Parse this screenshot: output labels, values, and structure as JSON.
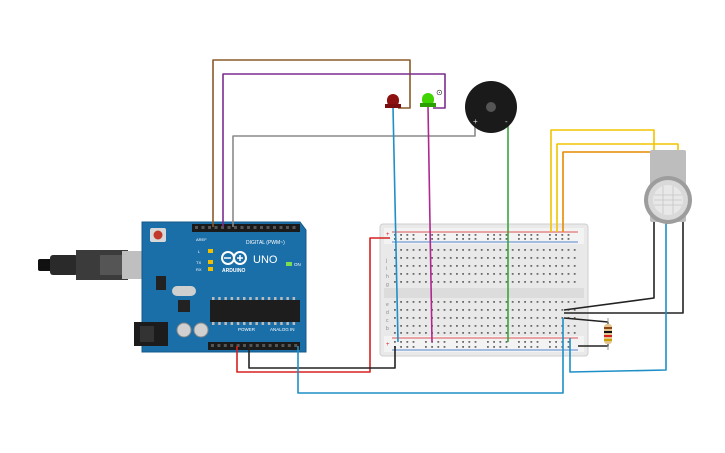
{
  "board": {
    "model": "UNO",
    "brand": "ARDUINO",
    "digital_label": "DIGITAL (PWM~)",
    "power_label": "POWER",
    "analog_label": "ANALOG IN",
    "on_label": "ON",
    "tx_label": "TX",
    "rx_label": "RX",
    "l_label": "L",
    "aref_label": "AREF",
    "gnd_label": "GND",
    "color": "#1b6fa8"
  },
  "breadboard": {
    "row_letters_top": [
      "j",
      "i",
      "h",
      "g",
      "f"
    ],
    "row_letters_bottom": [
      "e",
      "d",
      "c",
      "b",
      "a"
    ],
    "rail_plus": "+",
    "rail_minus": "-"
  },
  "buzzer": {
    "plus_label": "+",
    "minus_label": "-"
  },
  "led_symbol": "⊙",
  "wire_colors": {
    "brown": "#8b5a2b",
    "purple": "#7b2d8e",
    "gray": "#8a8a8a",
    "blue": "#1f8fc7",
    "magenta": "#b0288f",
    "green": "#3aa63a",
    "yellow": "#f2c300",
    "orange": "#e58a00",
    "red": "#d62020",
    "black": "#222222"
  }
}
